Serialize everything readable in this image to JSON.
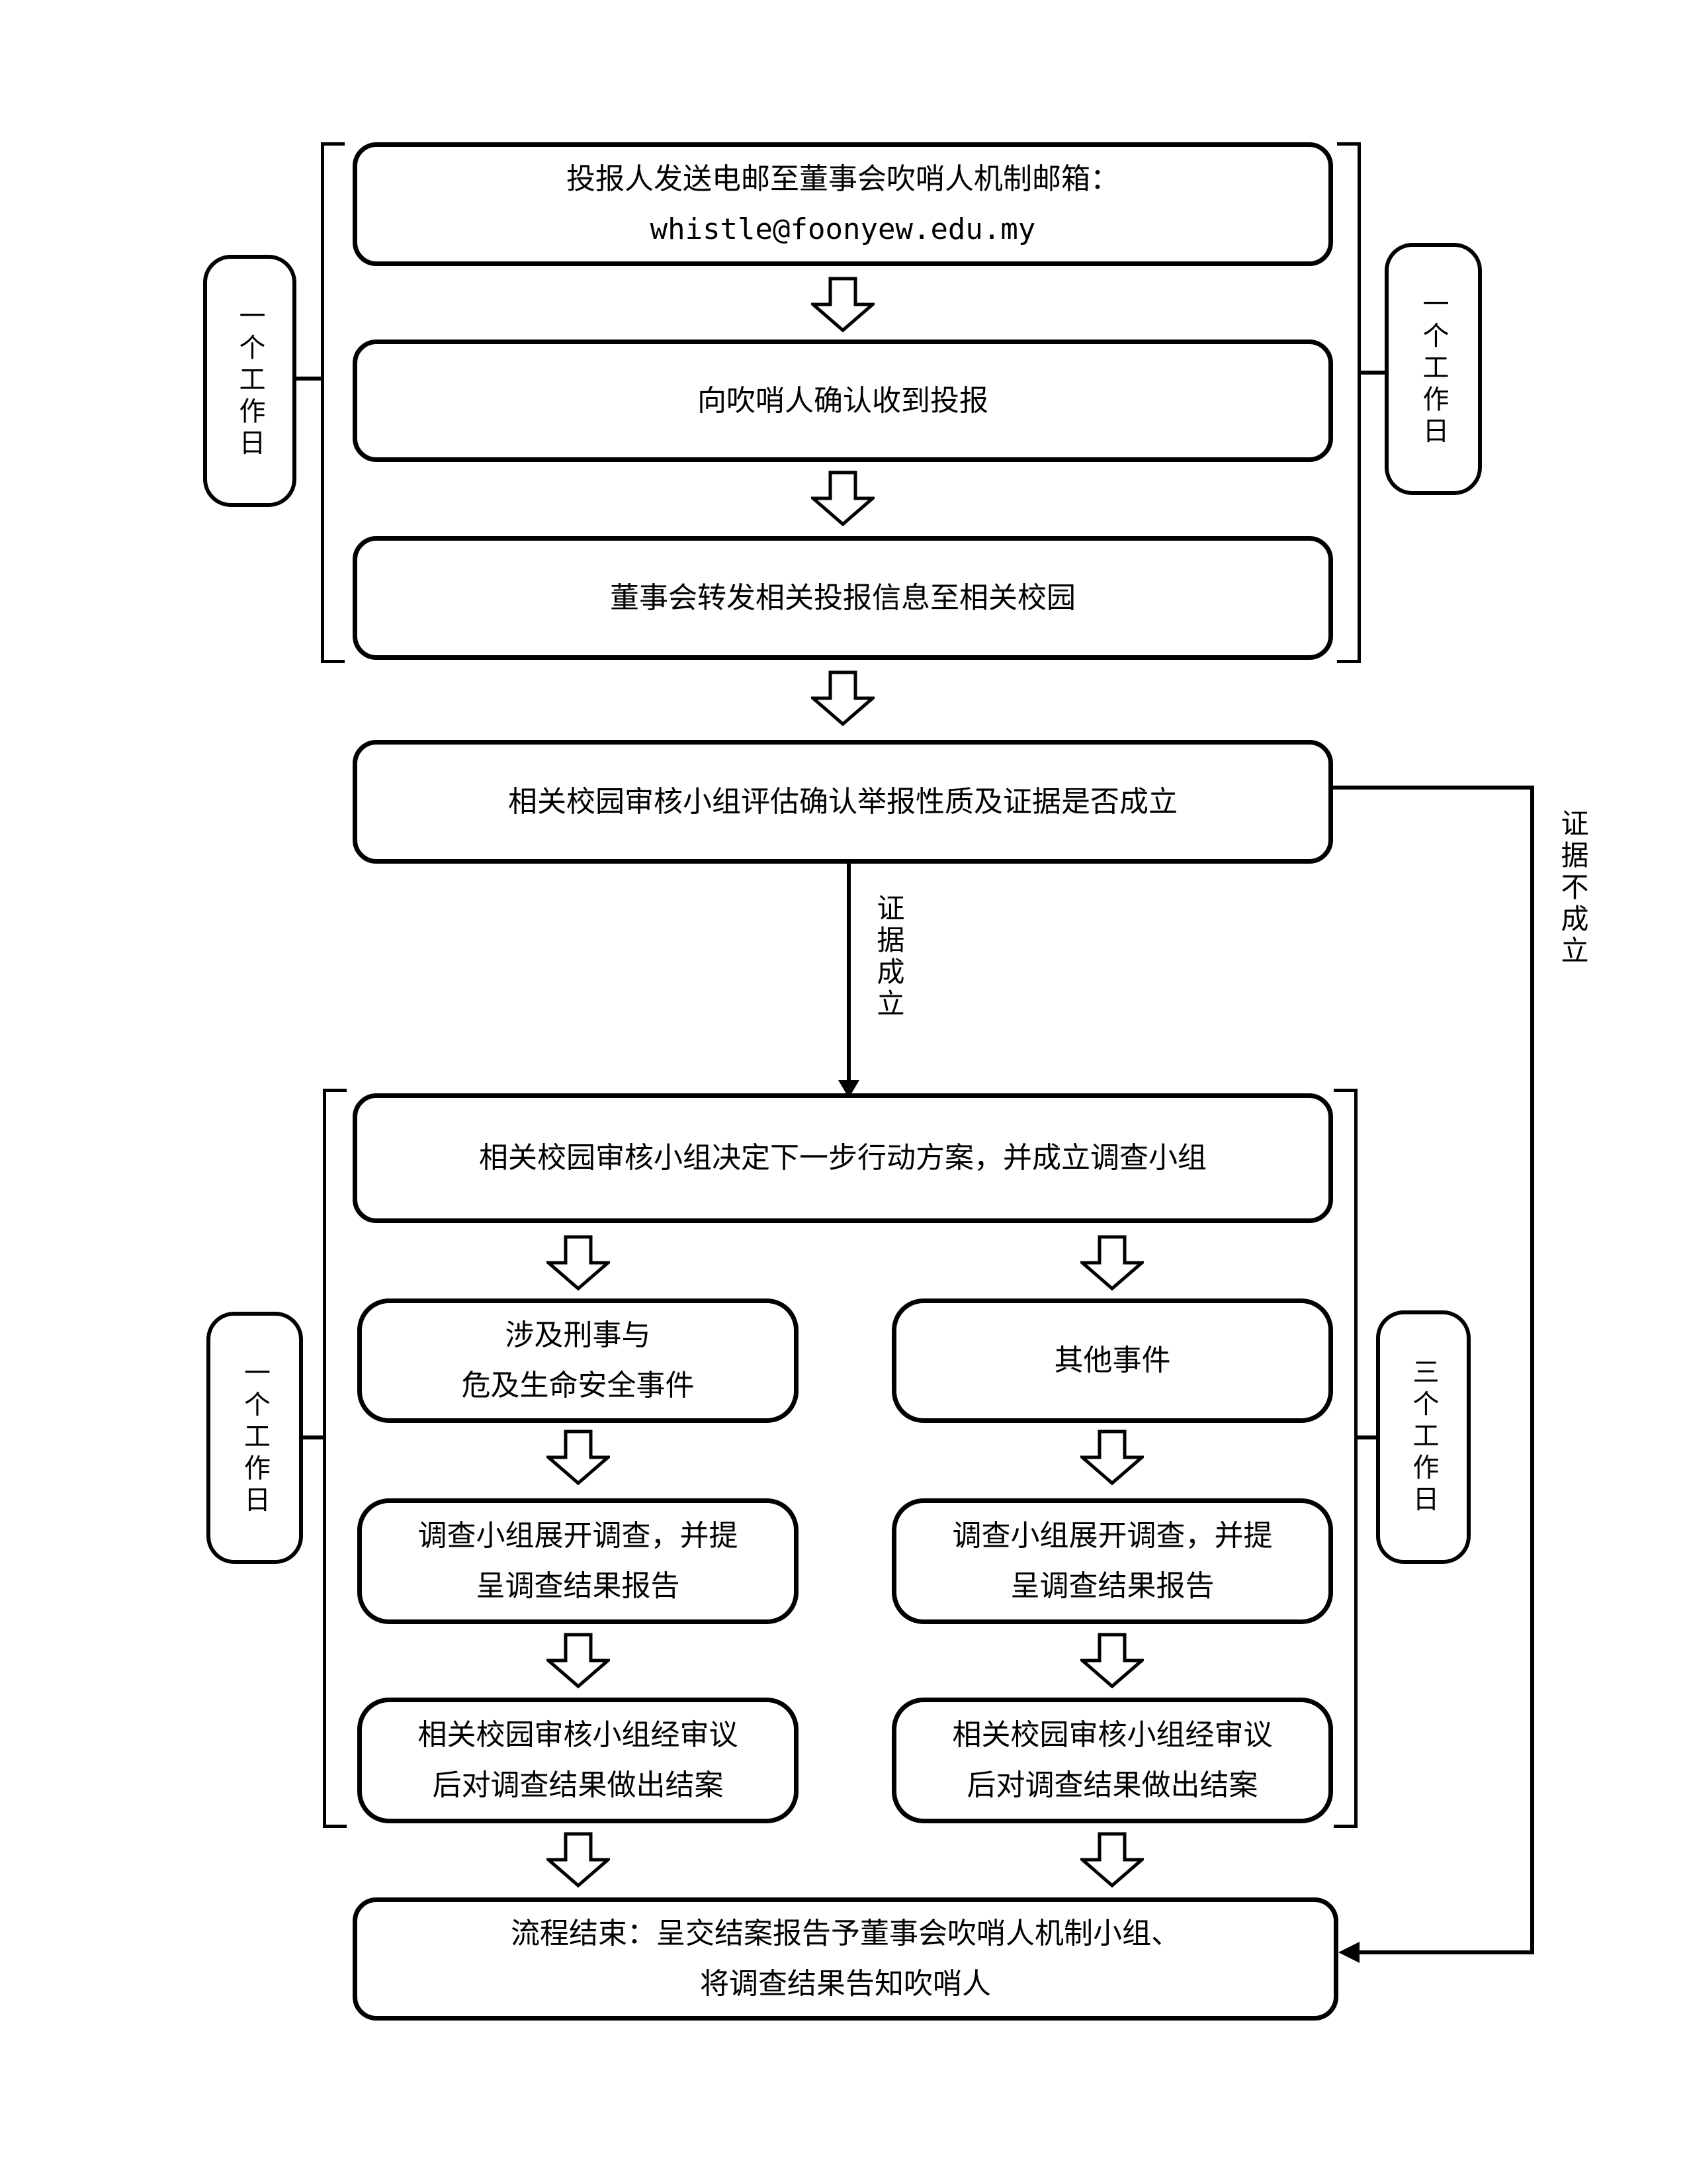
{
  "page": {
    "background": "#ffffff",
    "line_color": "#000000"
  },
  "flow": {
    "report_box": {
      "line1": "投报人发送电邮至董事会吹哨人机制邮箱：",
      "email": "whistle@foonyew.edu.my"
    },
    "confirm_box": "向吹哨人确认收到投报",
    "forward_box": "董事会转发相关投报信息至相关校园",
    "assess_box": "相关校园审核小组评估确认举报性质及证据是否成立",
    "decide_box": "相关校园审核小组决定下一步行动方案，并成立调查小组",
    "criminal_box": {
      "line1": "涉及刑事与",
      "line2": "危及生命安全事件"
    },
    "other_box": "其他事件",
    "investigate_box": {
      "line1": "调查小组展开调查，并提",
      "line2": "呈调查结果报告"
    },
    "review_box": {
      "line1": "相关校园审核小组经审议",
      "line2": "后对调查结果做出结案"
    },
    "end_box": {
      "line1": "流程结束：呈交结案报告予董事会吹哨人机制小组、",
      "line2": "将调查结果告知吹哨人"
    }
  },
  "labels": {
    "duration_top_left": "一个工作日",
    "duration_top_right": "一个工作日",
    "duration_bottom_left": "一个工作日",
    "duration_bottom_right": "三个工作日",
    "evidence_valid": "证据成立",
    "evidence_invalid": "证据不成立"
  }
}
